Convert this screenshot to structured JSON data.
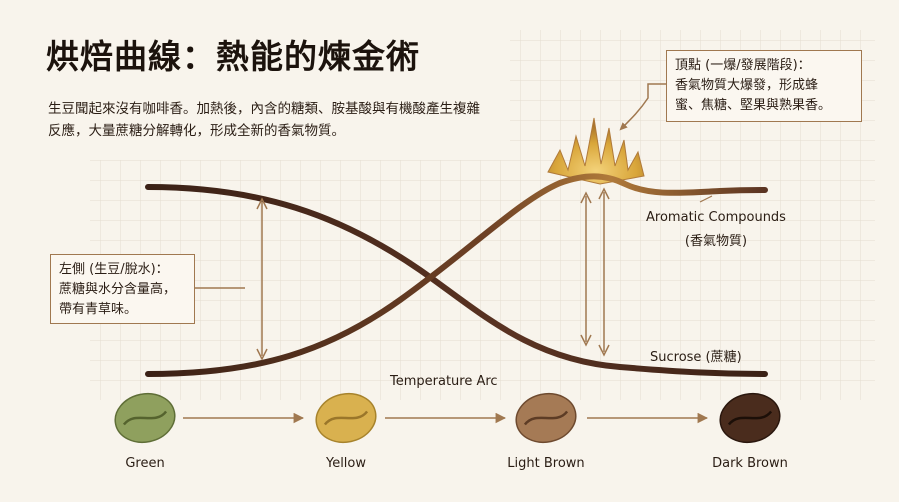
{
  "title": "烘焙曲線：熱能的煉金術",
  "subtitle": "生豆聞起來沒有咖啡香。加熱後，內含的糖類、胺基酸與有機酸產生複雜反應，大量蔗糖分解轉化，形成全新的香氣物質。",
  "callout_left": {
    "lines": [
      "左側 (生豆/脫水)：",
      "蔗糖與水分含量高，",
      "帶有青草味。"
    ]
  },
  "callout_right": {
    "lines": [
      "頂點 (一爆/發展階段)：",
      "香氣物質大爆發，形成蜂",
      "蜜、焦糖、堅果與熟果香。"
    ]
  },
  "curves": {
    "aromatic_label": "Aromatic Compounds",
    "aromatic_sublabel": "(香氣物質)",
    "sucrose_label": "Sucrose (蔗糖)",
    "temperature_label": "Temperature Arc"
  },
  "beans": [
    {
      "label": "Green",
      "color": "#8fa05e"
    },
    {
      "label": "Yellow",
      "color": "#d9b14f"
    },
    {
      "label": "Light Brown",
      "color": "#a57a55"
    },
    {
      "label": "Dark Brown",
      "color": "#4a2c1d"
    }
  ],
  "colors": {
    "curve": "#4a2a1c",
    "accent": "#a07850",
    "burst": "#d9a63a"
  }
}
